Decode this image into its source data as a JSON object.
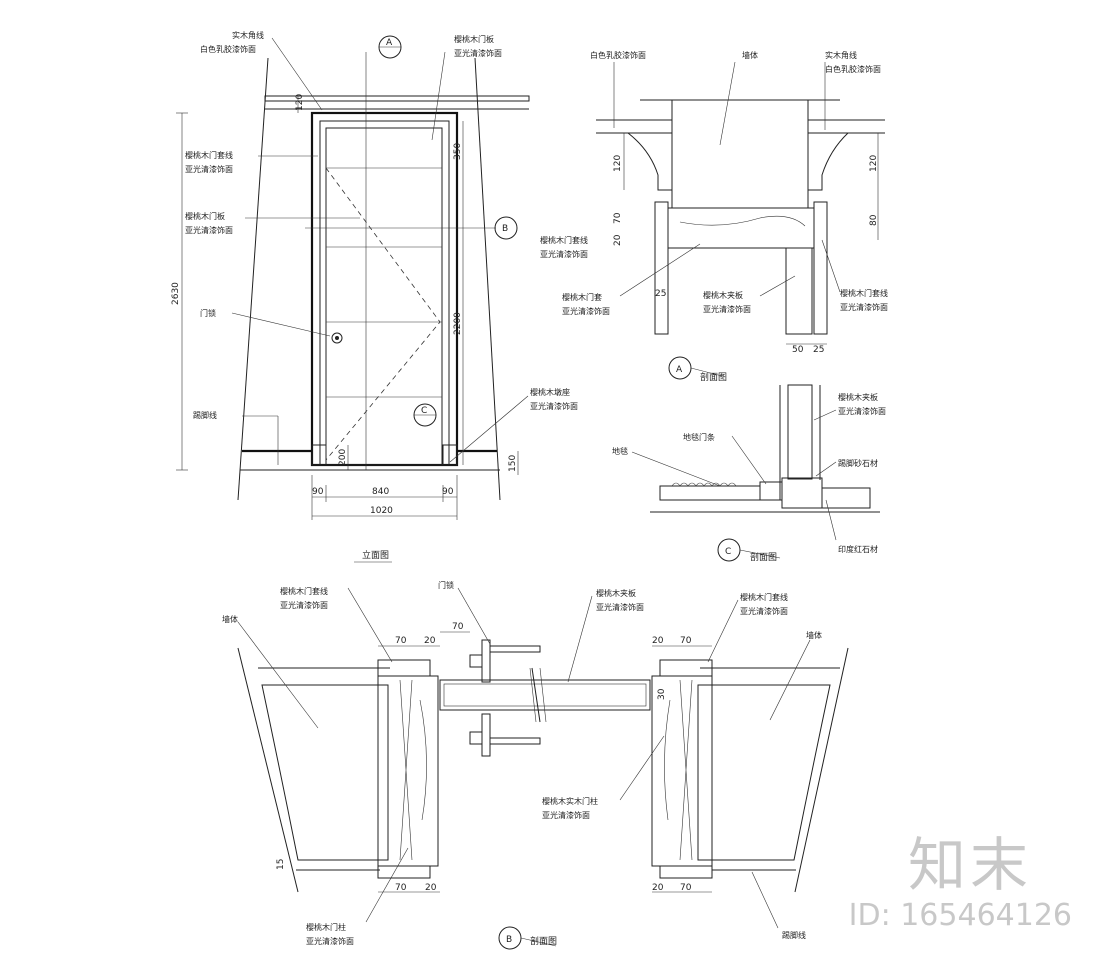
{
  "elevation": {
    "title": "立面图",
    "labels": {
      "trim_top": [
        "实木角线",
        "白色乳胶漆饰面"
      ],
      "door_cover": [
        "樱桃木门板",
        "亚光清漆饰面"
      ],
      "door_casing": [
        "樱桃木门套线",
        "亚光清漆饰面"
      ],
      "door_panel": [
        "樱桃木门板",
        "亚光清漆饰面"
      ],
      "handle": "门锁",
      "baseboard_line": "踢脚线",
      "base_block": [
        "樱桃木墩座",
        "亚光清漆饰面"
      ]
    },
    "callouts": {
      "a": "A",
      "b": "B",
      "c": "C"
    },
    "dims": {
      "top_120": "120",
      "d350": "350",
      "d2630": "2630",
      "d2200": "2200",
      "d200": "200",
      "d150": "150",
      "w90_left": "90",
      "w840": "840",
      "w90_right": "90",
      "w1020": "1020"
    }
  },
  "section_a": {
    "title": "剖面图",
    "callout": "A",
    "labels": {
      "paint": "白色乳胶漆饰面",
      "wall": "墙体",
      "cornice": [
        "实木角线",
        "白色乳胶漆饰面"
      ],
      "casing_left": [
        "樱桃木门套线",
        "亚光清漆饰面"
      ],
      "jamb": [
        "樱桃木门套",
        "亚光清漆饰面"
      ],
      "panel": [
        "樱桃木夹板",
        "亚光清漆饰面"
      ],
      "casing_right": [
        "樱桃木门套线",
        "亚光清漆饰面"
      ]
    },
    "dims": {
      "d120_left": "120",
      "d70": "70",
      "d20": "20",
      "d25_left": "25",
      "d120_right": "120",
      "d80": "80",
      "d50": "50",
      "d25_bottom": "25"
    }
  },
  "section_c": {
    "title": "剖面图",
    "callout": "C",
    "labels": {
      "carpet": "地毯",
      "threshold": "地毯门条",
      "panel": [
        "樱桃木夹板",
        "亚光清漆饰面"
      ],
      "stone_base": "踢脚砂石材",
      "floor_stone": "印度红石材"
    }
  },
  "section_b": {
    "title": "剖面图",
    "callout": "B",
    "labels": {
      "wall_left": "墙体",
      "casing_left": [
        "樱桃木门套线",
        "亚光清漆饰面"
      ],
      "lock": "门锁",
      "panel": [
        "樱桃木夹板",
        "亚光清漆饰面"
      ],
      "casing_right": [
        "樱桃木门套线",
        "亚光清漆饰面"
      ],
      "wall_right": "墙体",
      "solid_jamb": [
        "樱桃木实木门柱",
        "亚光清漆饰面"
      ],
      "door_post": [
        "樱桃木门柱",
        "亚光清漆饰面"
      ],
      "baseboard": "踢脚线"
    },
    "dims": {
      "d70_tl": "70",
      "d20_tl": "20",
      "d70_mid": "70",
      "d20_tr": "20",
      "d70_tr": "70",
      "d30": "30",
      "d15": "15",
      "d70_bl": "70",
      "d20_bl": "20",
      "d20_br": "20",
      "d70_br": "70"
    }
  },
  "watermark": {
    "logo": "知末",
    "id": "ID: 165464126"
  }
}
